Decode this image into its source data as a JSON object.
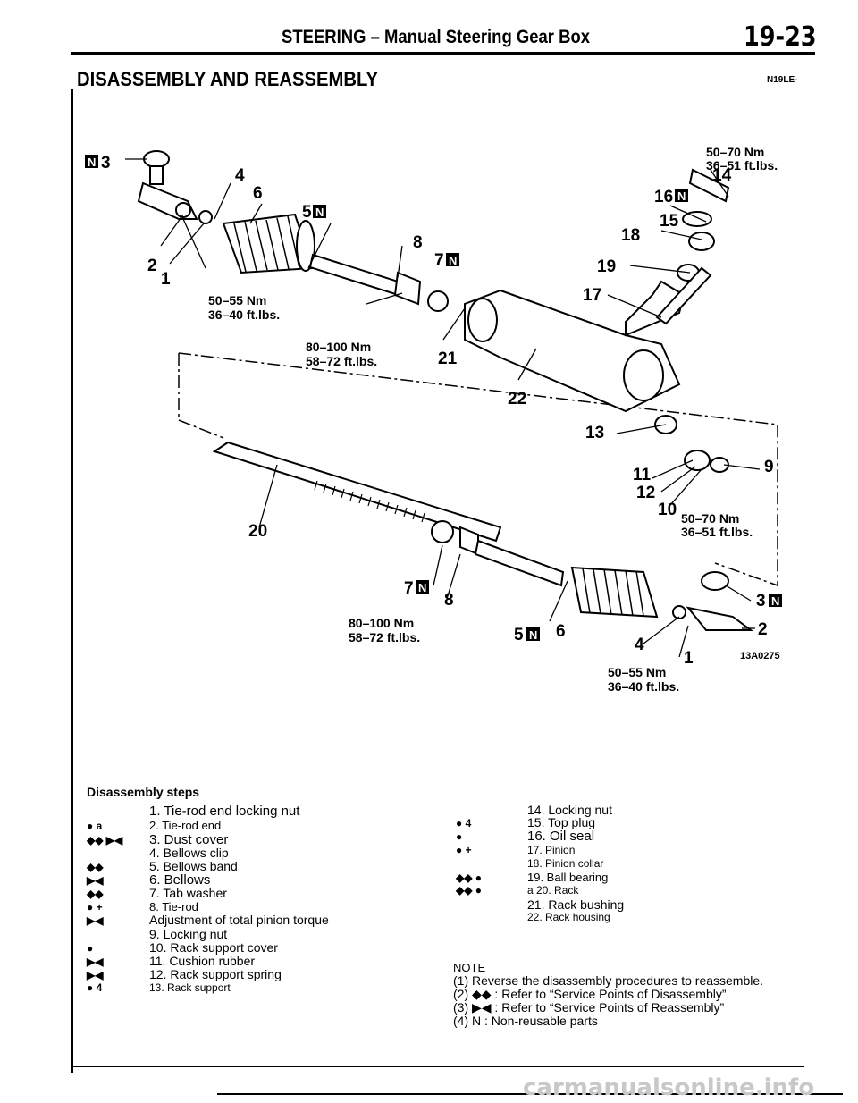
{
  "header": {
    "title": "STEERING – Manual Steering Gear Box",
    "page_number": "19-23"
  },
  "section": {
    "title": "DISASSEMBLY AND REASSEMBLY",
    "code": "N19LE-"
  },
  "diagram": {
    "figure_code": "13A0275",
    "callouts": [
      "1",
      "2",
      "3",
      "4",
      "5",
      "6",
      "7",
      "8",
      "9",
      "10",
      "11",
      "12",
      "13",
      "14",
      "15",
      "16",
      "17",
      "18",
      "19",
      "20",
      "21",
      "22"
    ],
    "torques": {
      "t1_nm": "50–55 Nm",
      "t1_ftlbs": "36–40 ft.lbs.",
      "t2_nm": "80–100 Nm",
      "t2_ftlbs": "58–72 ft.lbs.",
      "t3_nm": "50–70 Nm",
      "t3_ftlbs": "36–51 ft.lbs.",
      "t4_nm": "50–70 Nm",
      "t4_ftlbs": "36–51 ft.lbs.",
      "t5_nm": "80–100 Nm",
      "t5_ftlbs": "58–72 ft.lbs.",
      "t6_nm": "50–55 Nm",
      "t6_ftlbs": "36–40 ft.lbs."
    },
    "nonreusable_mark": "N"
  },
  "steps": {
    "heading": "Disassembly steps",
    "left": [
      {
        "mark": "",
        "text": "1. Tie-rod end locking nut"
      },
      {
        "mark": "● a",
        "text": "2. Tie-rod end"
      },
      {
        "mark": "◆◆ ▶◀",
        "text": "3. Dust cover"
      },
      {
        "mark": "",
        "text": "4. Bellows clip"
      },
      {
        "mark": "◆◆",
        "text": "5. Bellows band"
      },
      {
        "mark": "▶◀",
        "text": "6. Bellows"
      },
      {
        "mark": "◆◆",
        "text": "7. Tab washer"
      },
      {
        "mark": "● +",
        "text": "8. Tie-rod"
      },
      {
        "mark": "▶◀",
        "text": "Adjustment of total pinion torque"
      },
      {
        "mark": "",
        "text": "9. Locking nut"
      },
      {
        "mark": "●",
        "text": "10. Rack support cover"
      },
      {
        "mark": "▶◀",
        "text": "11. Cushion rubber"
      },
      {
        "mark": "▶◀",
        "text": "12. Rack support spring"
      },
      {
        "mark": "● 4",
        "text": "13. Rack support"
      }
    ],
    "right": [
      {
        "mark": "",
        "text": "14. Locking nut"
      },
      {
        "mark": "● 4",
        "text": "15. Top plug"
      },
      {
        "mark": "●",
        "text": "16. Oil seal"
      },
      {
        "mark": "● +",
        "text": "17. Pinion"
      },
      {
        "mark": "",
        "text": "18. Pinion collar"
      },
      {
        "mark": "◆◆ ●",
        "text": "19. Ball bearing"
      },
      {
        "mark": "◆◆ ●",
        "text": "a 20. Rack"
      },
      {
        "mark": "",
        "text": "21. Rack bushing"
      },
      {
        "mark": "",
        "text": "22. Rack housing"
      }
    ]
  },
  "notes": {
    "heading": "NOTE",
    "lines": [
      "(1) Reverse the disassembly procedures to reassemble.",
      "(2) ◆◆ : Refer to “Service Points of Disassembly”.",
      "(3) ▶◀ : Refer to “Service Points of Reassembly”",
      "(4) N : Non-reusable parts"
    ]
  },
  "watermark": "carmanualsonline.info"
}
